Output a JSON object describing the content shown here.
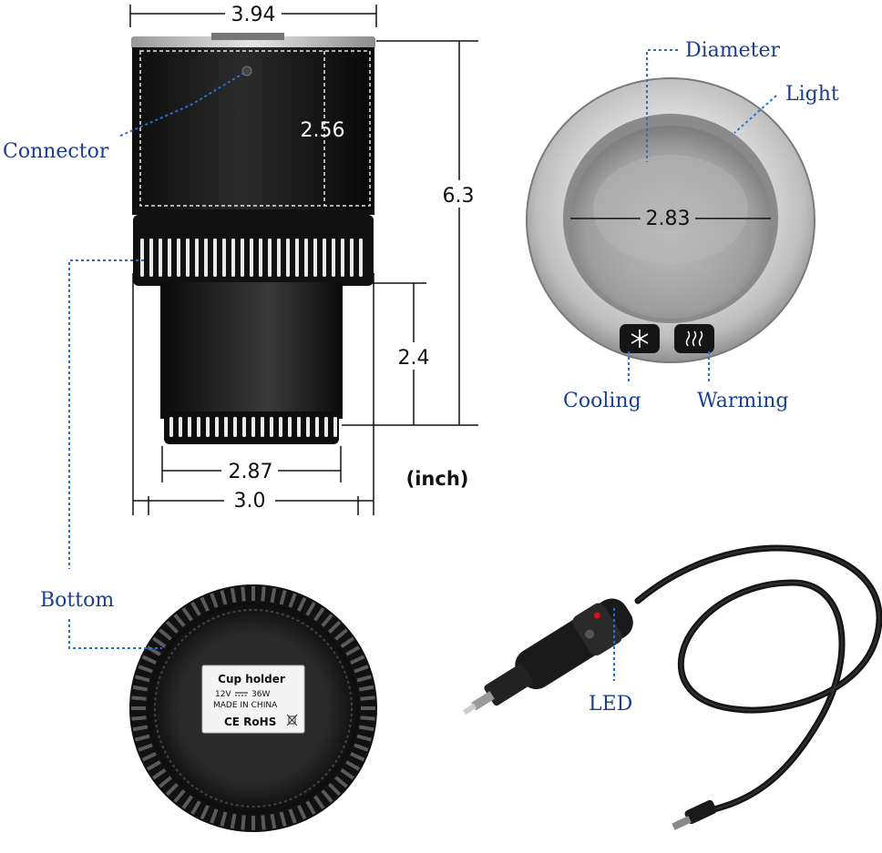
{
  "dimensions": {
    "top_width": "3.94",
    "upper_height": "2.56",
    "total_height": "6.3",
    "lower_height": "2.4",
    "lower_inner_width": "2.87",
    "lower_outer_width": "3.0",
    "inner_diameter": "2.83",
    "unit": "(inch)"
  },
  "labels": {
    "connector": "Connector",
    "diameter": "Diameter",
    "light": "Light",
    "cooling": "Cooling",
    "warming": "Warming",
    "bottom": "Bottom",
    "led": "LED"
  },
  "bottom_tag": {
    "title": "Cup holder",
    "spec_voltage": "12V",
    "spec_power": "36W",
    "origin": "MADE IN CHINA",
    "marks": "CE RoHS"
  },
  "icons": {
    "cooling_button": "snowflake-icon",
    "warming_button": "heat-waves-icon"
  },
  "colors": {
    "label_blue": "#1a3f8f",
    "leader_blue": "#2a6fd1",
    "body_black": "#1c1c1c",
    "rim_silver": "#c9c9c9"
  }
}
